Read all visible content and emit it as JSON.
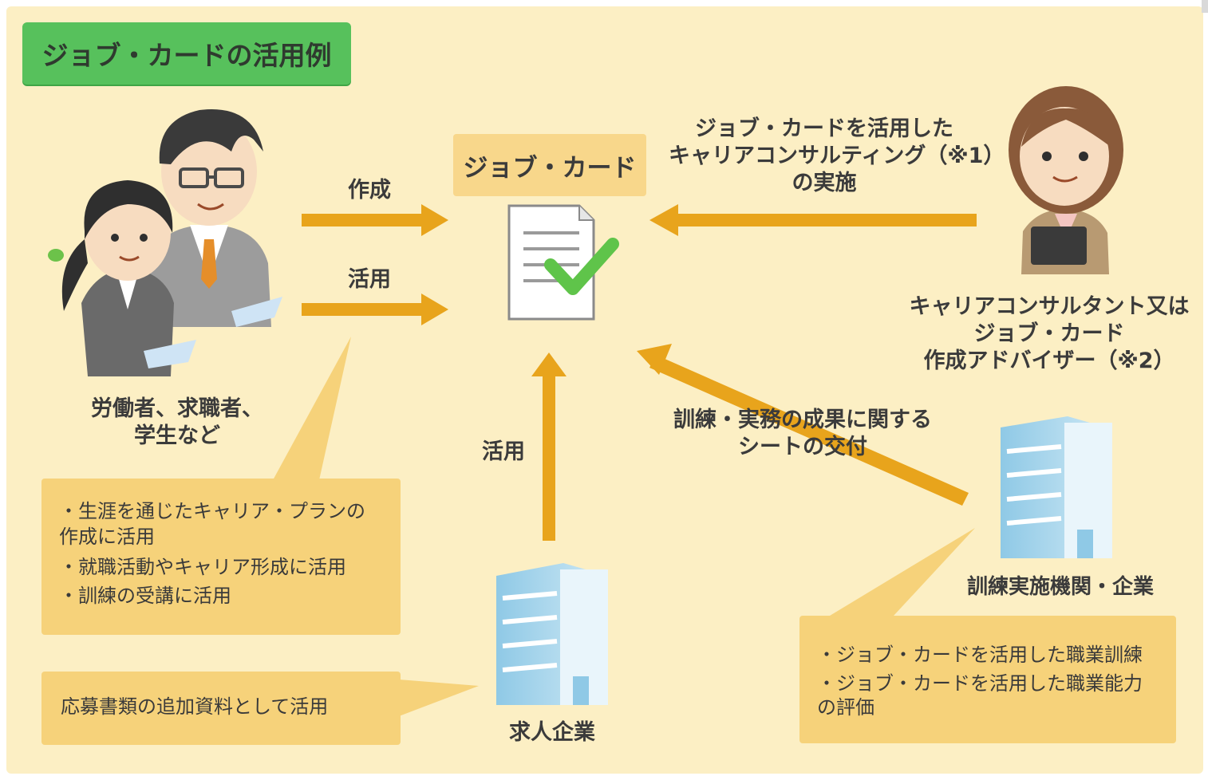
{
  "title": "ジョブ・カードの活用例",
  "center_card_label": "ジョブ・カード",
  "arrow_labels": {
    "create": "作成",
    "use_top": "活用",
    "use_company": "活用",
    "consulting": [
      "ジョブ・カードを活用した",
      "キャリアコンサルティング（※1）",
      "の実施"
    ],
    "training_sheet": [
      "訓練・実務の成果に関する",
      "シートの交付"
    ]
  },
  "actors": {
    "workers": [
      "労働者、求職者、",
      "学生など"
    ],
    "consultant": [
      "キャリアコンサルタント又は",
      "ジョブ・カード",
      "作成アドバイザー（※2）"
    ],
    "training_org": "訓練実施機関・企業",
    "hiring_company": "求人企業"
  },
  "boxes": {
    "worker_uses": [
      "・生涯を通じたキャリア・プランの",
      "  作成に活用",
      "・就職活動やキャリア形成に活用",
      "・訓練の受講に活用"
    ],
    "application_use": "応募書類の追加資料として活用",
    "training_uses": [
      "・ジョブ・カードを活用した職業訓練",
      "・ジョブ・カードを活用した職業能力",
      "  の評価"
    ]
  },
  "colors": {
    "background": "#fcefc4",
    "title_green": "#57c15c",
    "arrow": "#e8a41c",
    "box": "#f6d27a",
    "check": "#5fc44a"
  },
  "icons": [
    "document-check-icon",
    "building-icon",
    "person-icon"
  ]
}
